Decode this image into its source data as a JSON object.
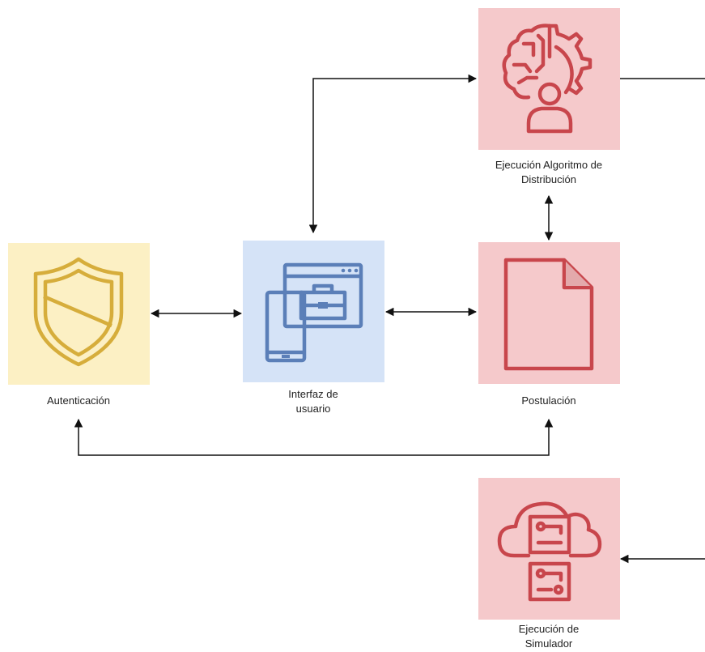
{
  "colors": {
    "auth_fill": "#fcf0c4",
    "auth_stroke": "#d6ad3b",
    "ui_fill": "#d5e3f7",
    "ui_stroke": "#5b7fb8",
    "red_fill": "#f5c9cb",
    "red_stroke": "#c8464c",
    "connector": "#111111"
  },
  "nodes": {
    "algorithm": {
      "label_line1": "Ejecución Algoritmo de",
      "label_line2": "Distribución",
      "icon": "ai-brain-gear-icon"
    },
    "authentication": {
      "label_line1": "Autenticación",
      "label_line2": "",
      "icon": "shield-icon"
    },
    "interface": {
      "label_line1": "Interfaz de",
      "label_line2": "usuario",
      "icon": "app-interface-icon"
    },
    "application": {
      "label_line1": "Postulación",
      "label_line2": "",
      "icon": "document-icon"
    },
    "simulator": {
      "label_line1": "Ejecución de",
      "label_line2": "Simulador",
      "icon": "cloud-server-icon"
    }
  }
}
